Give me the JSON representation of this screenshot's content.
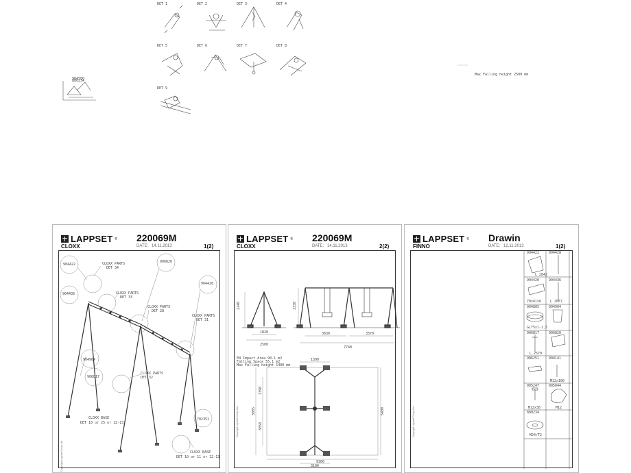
{
  "details": [
    {
      "label": "DET 1"
    },
    {
      "label": "DET 2"
    },
    {
      "label": "DET 3"
    },
    {
      "label": "DET 4"
    },
    {
      "label": "DET 5"
    },
    {
      "label": "DET 6"
    },
    {
      "label": "DET 7"
    },
    {
      "label": "DET 8"
    },
    {
      "label": "DET 9"
    }
  ],
  "side_note": "Max Falling height 2500 mm",
  "sheets": [
    {
      "brand": "LAPPSET",
      "code": "220069M",
      "product": "CLOXX",
      "date_label": "DATE:",
      "date": "14.11.2013",
      "page": "1(2)",
      "copyright": "Copyright Lappset Group Ltd",
      "parts": [
        "904422",
        "906820",
        "904428",
        "904436",
        "904904",
        "906817",
        "702351"
      ],
      "callouts": [
        "CLOXX PARTS",
        "DET 34",
        "CLOXX PARTS",
        "DET 33",
        "CLOXX PARTS",
        "DET 28",
        "CLOXX PARTS",
        "DET 31",
        "CLOXX PARTS",
        "DET 32",
        "CLOXX BASE",
        "DET 10 or 25 or 12-13",
        "CLOXX BASE",
        "DET 10 or 11 or 12-13"
      ]
    },
    {
      "brand": "LAPPSET",
      "code": "220069M",
      "product": "CLOXX",
      "date_label": "DATE:",
      "date": "14.11.2013",
      "page": "2(2)",
      "copyright": "Copyright Lappset Group Ltd",
      "dims": [
        "2240",
        "1820",
        "2500",
        "3330",
        "3630",
        "3370",
        "7740",
        "1300",
        "3390",
        "3850",
        "3085",
        "5400",
        "9300",
        "3100"
      ],
      "notes": [
        "EN Impact Area 90.1 m2",
        "Falling Space 55.1 m2",
        "Max Falling height 1400 mm"
      ]
    },
    {
      "brand": "LAPPSET",
      "code": "Drawin",
      "product": "FINNO",
      "date_label": "DATE:",
      "date": "12.11.2013",
      "page": "1(2)",
      "copyright": "Copyright Lappset Group Ltd",
      "list": [
        {
          "code": "904422",
          "note": "L 2842"
        },
        {
          "code": "904428",
          "note": ""
        },
        {
          "code": "904420",
          "note": "70x41x6"
        },
        {
          "code": "904436",
          "note": "L 2067"
        },
        {
          "code": "904805",
          "note": "GL75x1-1,5"
        },
        {
          "code": "904904",
          "note": ""
        },
        {
          "code": "906817",
          "note": "L 2570"
        },
        {
          "code": "906820",
          "note": ""
        },
        {
          "code": "906251",
          "note": ""
        },
        {
          "code": "904141",
          "note": "M12x100"
        },
        {
          "code": "905247",
          "note": "M12x38"
        },
        {
          "code": "905044",
          "note": "M12"
        },
        {
          "code": "880234",
          "note": "M24/T2"
        }
      ]
    }
  ]
}
